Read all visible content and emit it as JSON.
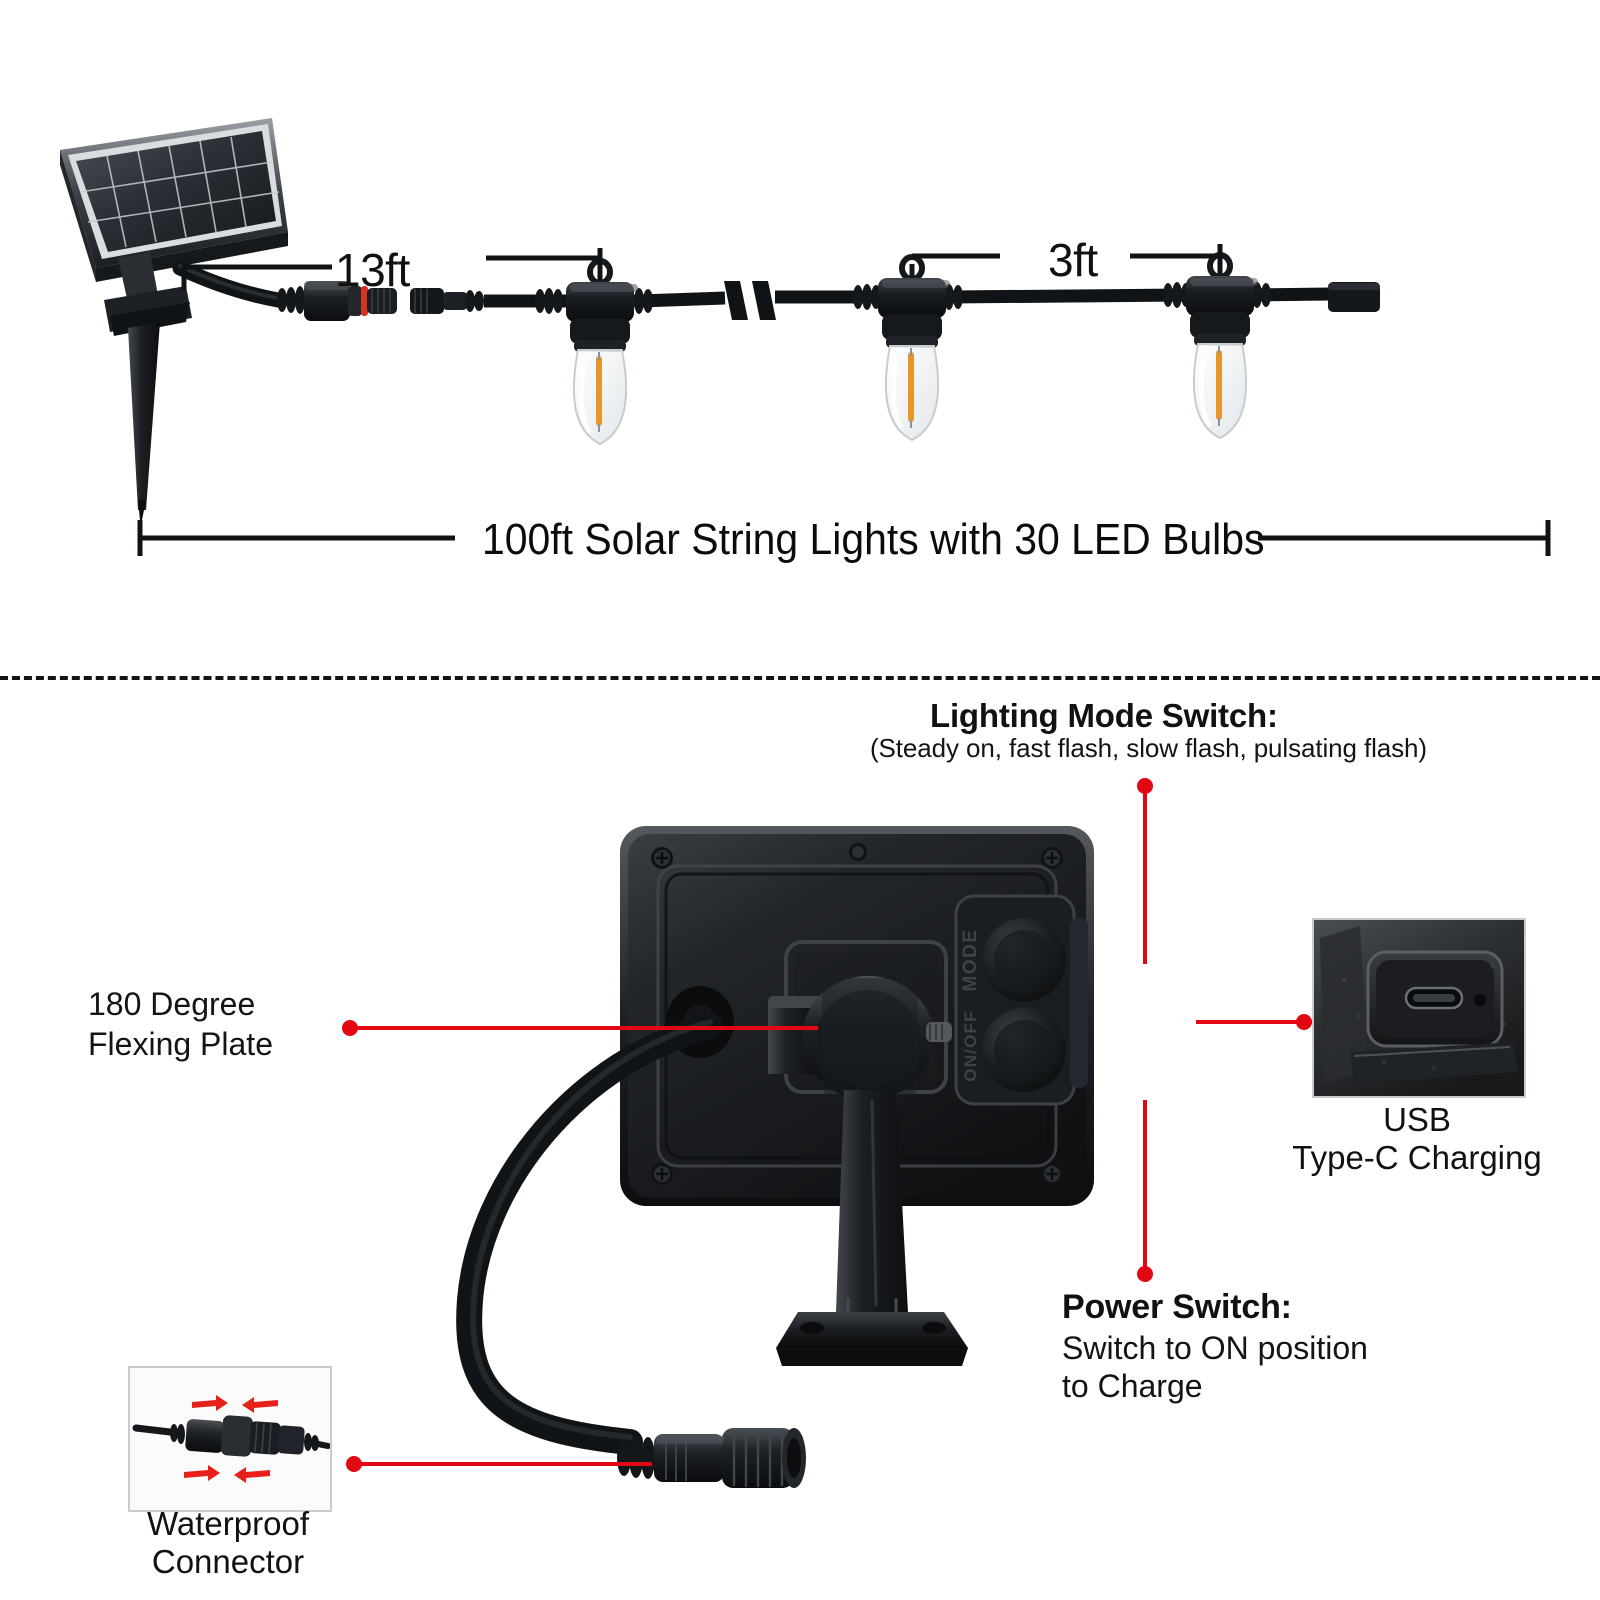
{
  "document": {
    "type": "product-infographic",
    "title": "Solar String Lights Feature Diagram",
    "background": "#ffffff",
    "accent_red": "#e30613"
  },
  "top_section": {
    "dimension_labels": [
      {
        "id": "lead-cable",
        "text": "13ft"
      },
      {
        "id": "bulb-spacing",
        "text": "3ft"
      }
    ],
    "caption": "100ft Solar String Lights with 30 LED Bulbs",
    "break_symbol": "//",
    "parts": {
      "solar_panel": "solar-panel-with-ground-stake",
      "waterproof_plug": "waterproof-connector-pair",
      "bulbs": "s14-led-filament-bulbs",
      "end_cap": "string-end-connector"
    }
  },
  "bottom_section": {
    "callouts": [
      {
        "id": "lighting-mode",
        "title": "Lighting Mode Switch:",
        "subtitle": "(Steady on, fast flash, slow flash, pulsating flash)"
      },
      {
        "id": "flexing-plate",
        "line1": "180 Degree",
        "line2": "Flexing Plate"
      },
      {
        "id": "usb-charging",
        "line1": "USB",
        "line2": "Type-C Charging"
      },
      {
        "id": "power-switch",
        "title": "Power Switch:",
        "line1": "Switch to ON position",
        "line2": "to Charge"
      },
      {
        "id": "waterproof-connector",
        "line1": "Waterproof",
        "line2": "Connector"
      }
    ],
    "panel_back": {
      "button_labels": [
        "MODE",
        "ON/OFF"
      ],
      "buttons": [
        "mode-button",
        "power-button"
      ]
    }
  }
}
